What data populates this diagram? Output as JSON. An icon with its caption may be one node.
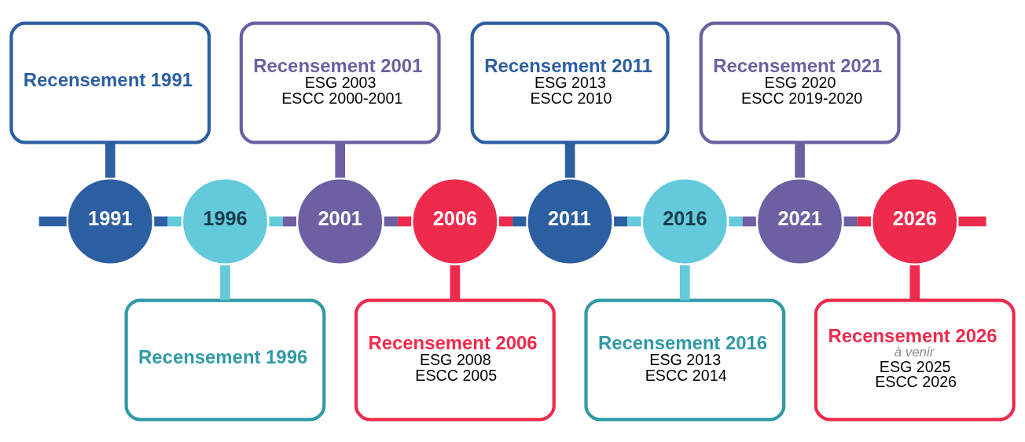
{
  "diagram": {
    "nodes": [
      {
        "text": [
          "Recensement 1991"
        ]
      },
      {
        "text": [
          "Recensement 2001",
          "ESG 2003",
          "ESCC 2000-2001"
        ]
      },
      {
        "text": [
          "Recensement 2011",
          "ESG 2013",
          "ESCC 2010"
        ]
      },
      {
        "text": [
          "Recensement 2021",
          "ESG 2020",
          "ESCC 2019-2020"
        ]
      },
      {
        "text": [
          "1991"
        ]
      },
      {
        "text": [
          "1996"
        ]
      },
      {
        "text": [
          "2001"
        ]
      },
      {
        "text": [
          "2006"
        ]
      },
      {
        "text": [
          "2011"
        ]
      },
      {
        "text": [
          "2016"
        ]
      },
      {
        "text": [
          "2021"
        ]
      },
      {
        "text": [
          "2026"
        ]
      },
      {
        "text": [
          "Recensement 1996"
        ]
      },
      {
        "text": [
          "Recensement 2006",
          "ESG 2008",
          "ESCC 2005"
        ]
      },
      {
        "text": [
          "Recensement 2016",
          "ESG 2013",
          "ESCC 2014"
        ]
      },
      {
        "text": [
          "Recensement 2026",
          "à venir",
          "ESG 2025",
          "ESCC 2026"
        ]
      }
    ],
    "edges": [
      {
        "from": 0,
        "to": 4,
        "arrow": "none",
        "color": "#2c5ea2"
      },
      {
        "from": 1,
        "to": 6,
        "arrow": "none",
        "color": "#6c5fa2"
      },
      {
        "from": 2,
        "to": 8,
        "arrow": "none",
        "color": "#2c5ea2"
      },
      {
        "from": 3,
        "to": 10,
        "arrow": "none",
        "color": "#6c5fa2"
      },
      {
        "from": null,
        "to": 4,
        "arrow": "none",
        "color": "#2c5ea2"
      },
      {
        "from": 4,
        "to": 5,
        "arrow": "none",
        "color": "#2c5ea2"
      },
      {
        "from": 5,
        "to": 6,
        "arrow": "none",
        "color": "#63cadb"
      },
      {
        "from": 6,
        "to": 7,
        "arrow": "none",
        "color": "#6c5fa2"
      },
      {
        "from": 7,
        "to": 8,
        "arrow": "none",
        "color": "#ee2b4c"
      },
      {
        "from": 8,
        "to": 9,
        "arrow": "none",
        "color": "#2c5ea2"
      },
      {
        "from": 9,
        "to": 10,
        "arrow": "none",
        "color": "#63cadb"
      },
      {
        "from": 10,
        "to": 11,
        "arrow": "none",
        "color": "#6c5fa2"
      },
      {
        "from": 11,
        "to": null,
        "arrow": "none",
        "color": "#ee2b4c"
      },
      {
        "from": 5,
        "to": 12,
        "arrow": "none",
        "color": "#63cadb"
      },
      {
        "from": 7,
        "to": 13,
        "arrow": "none",
        "color": "#ee2b4c"
      },
      {
        "from": 9,
        "to": 14,
        "arrow": "none",
        "color": "#63cadb"
      },
      {
        "from": 11,
        "to": 15,
        "arrow": "none",
        "color": "#ee2b4c"
      }
    ]
  }
}
